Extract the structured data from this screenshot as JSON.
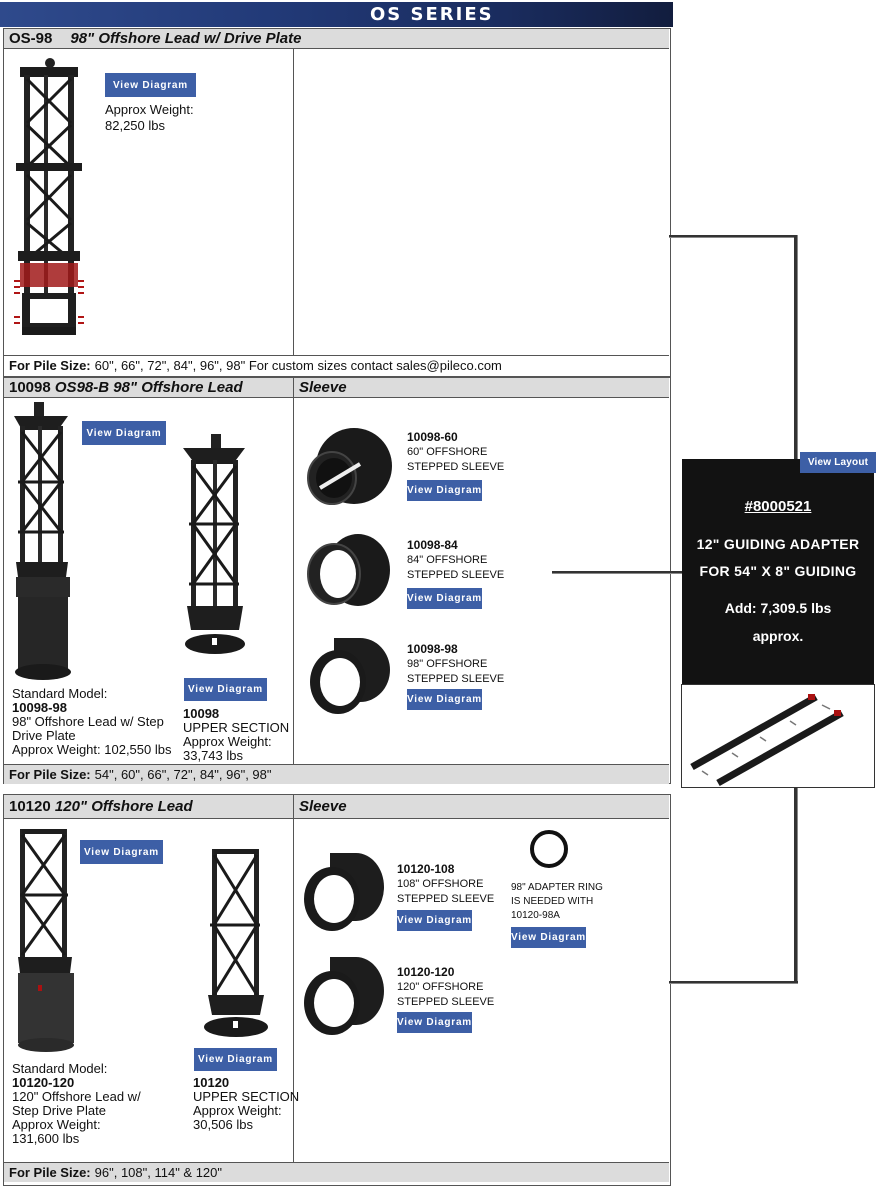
{
  "banner": {
    "title": "OS SERIES"
  },
  "colors": {
    "banner_start": "#2f4a8c",
    "banner_end": "#121d3e",
    "button": "#3d5fa6",
    "header_gray": "#dcdcdc",
    "adapter_bg": "#121212"
  },
  "section1": {
    "code": "OS-98",
    "title": "98\" Offshore Lead w/ Drive Plate",
    "button": "View Diagram",
    "weight_label": "Approx Weight:",
    "weight_value": "82,250 lbs",
    "footer_label": "For Pile Size:",
    "footer_value": "60\", 66\", 72\", 84\", 96\", 98\"  For custom sizes contact sales@pileco.com"
  },
  "section2": {
    "code": "10098",
    "title": "OS98-B 98\" Offshore Lead",
    "right_header": "Sleeve",
    "main_button": "View Diagram",
    "standard": {
      "label": "Standard Model:",
      "model": "10098-98",
      "desc1": "98\" Offshore Lead w/ Step",
      "desc2": "Drive Plate",
      "weight": "Approx Weight: 102,550 lbs"
    },
    "upper": {
      "button": "View Diagram",
      "model": "10098",
      "desc": "UPPER SECTION",
      "weight_label": "Approx Weight:",
      "weight_value": "33,743 lbs"
    },
    "sleeves": [
      {
        "model": "10098-60",
        "line1": "60\" OFFSHORE",
        "line2": "STEPPED SLEEVE",
        "button": "View Diagram"
      },
      {
        "model": "10098-84",
        "line1": "84\" OFFSHORE",
        "line2": "STEPPED SLEEVE",
        "button": "View Diagram"
      },
      {
        "model": "10098-98",
        "line1": "98\" OFFSHORE",
        "line2": "STEPPED SLEEVE",
        "button": "View Diagram"
      }
    ],
    "footer_label": "For Pile Size:",
    "footer_value": "54\", 60\", 66\", 72\", 84\", 96\", 98\""
  },
  "section3": {
    "code": "10120",
    "title": "120\" Offshore Lead",
    "right_header": "Sleeve",
    "main_button": "View Diagram",
    "standard": {
      "label": "Standard Model:",
      "model": "10120-120",
      "desc1": "120\" Offshore Lead w/",
      "desc2": "Step Drive Plate",
      "weight_label": "Approx Weight:",
      "weight_value": "131,600 lbs"
    },
    "upper": {
      "button": "View Diagram",
      "model": "10120",
      "desc": "UPPER SECTION",
      "weight_label": "Approx Weight:",
      "weight_value": "30,506 lbs"
    },
    "sleeves": [
      {
        "model": "10120-108",
        "line1": "108\" OFFSHORE",
        "line2": "STEPPED SLEEVE",
        "button": "View Diagram"
      },
      {
        "model": "10120-120",
        "line1": "120\" OFFSHORE",
        "line2": "STEPPED SLEEVE",
        "button": "View Diagram"
      }
    ],
    "adapter_ring": {
      "line1": "98\" ADAPTER RING",
      "line2": "IS NEEDED WITH",
      "line3": "10120-98A",
      "button": "View Diagram"
    },
    "footer_label": "For Pile Size:",
    "footer_value": "96\", 108\", 114\" & 120\""
  },
  "adapter": {
    "button": "View Layout",
    "part_number": "#8000521",
    "line1": "12\" GUIDING ADAPTER",
    "line2": "FOR 54\" X 8\" GUIDING",
    "line3": "Add: 7,309.5 lbs",
    "line4": "approx."
  }
}
